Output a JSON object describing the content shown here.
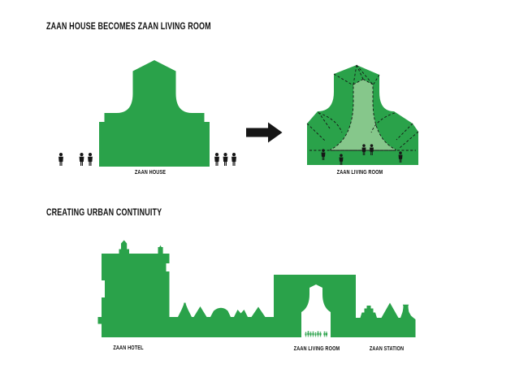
{
  "colors": {
    "green": "#2aa24a",
    "light_green": "#86c78b",
    "black": "#161616",
    "white": "#ffffff"
  },
  "icons": {
    "person": "standing-person-silhouette",
    "arrow": "right-arrow"
  },
  "section1": {
    "title": "ZAAN HOUSE BECOMES ZAAN LIVING ROOM",
    "before_label": "ZAAN HOUSE",
    "after_label": "ZAAN LIVING ROOM"
  },
  "section2": {
    "title": "CREATING URBAN CONTINUITY",
    "labels": [
      "ZAAN HOTEL",
      "ZAAN LIVING ROOM",
      "ZAAN STATION"
    ]
  }
}
